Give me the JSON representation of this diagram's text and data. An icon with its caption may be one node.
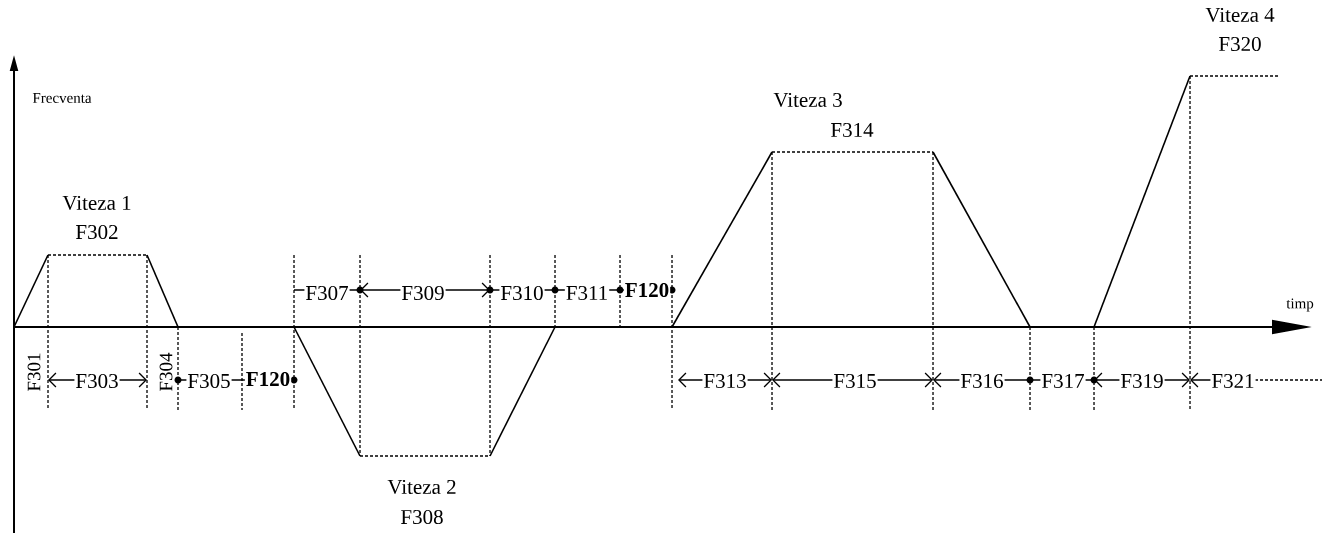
{
  "diagram": {
    "labels": [
      "Frecventa",
      "timp",
      "Viteza 1",
      "F302",
      "F301",
      "F303",
      "F304",
      "F305",
      "F120",
      "F307",
      "F309",
      "F310",
      "F311",
      "F120",
      "Viteza 2",
      "F308",
      "Viteza 3",
      "F314",
      "F313",
      "F315",
      "F316",
      "F317",
      "Viteza 4",
      "F320",
      "F319",
      "F321"
    ]
  }
}
